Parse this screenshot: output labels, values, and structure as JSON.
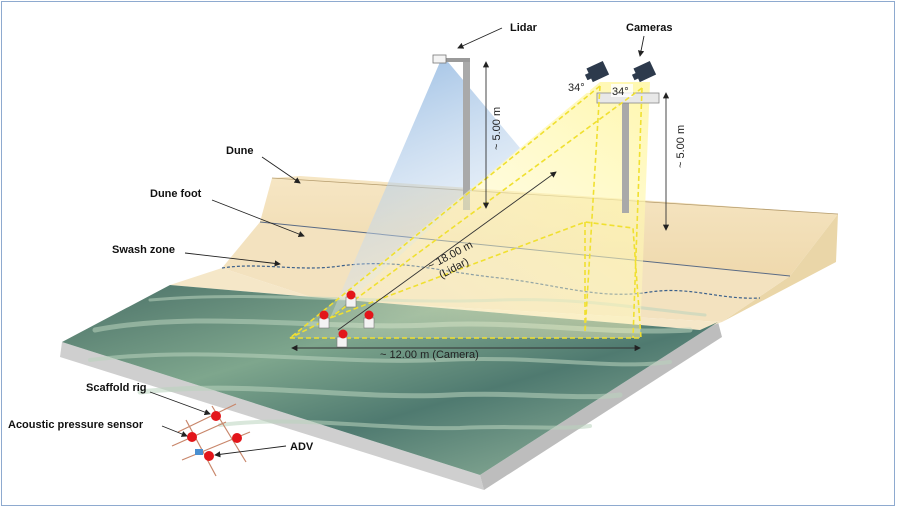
{
  "labels": {
    "lidar": "Lidar",
    "cameras": "Cameras",
    "dune": "Dune",
    "dune_foot": "Dune foot",
    "swash_zone": "Swash zone",
    "scaffold_rig": "Scaffold rig",
    "acoustic_pressure_sensor": "Acoustic pressure sensor",
    "adv": "ADV"
  },
  "dimensions": {
    "lidar_height": "~ 5.00 m",
    "camera_height": "~ 5.00 m",
    "lidar_range_line1": "~ 18.00 m",
    "lidar_range_line2": "(Lidar)",
    "camera_width": "~ 12.00 m (Camera)",
    "camera_angle_left": "34°",
    "camera_angle_right": "34°"
  },
  "colors": {
    "border": "#8eaacf",
    "sand": "#f2dfba",
    "sand_dark": "#e6cf9f",
    "water_dark": "#3f6660",
    "water_light": "#8fb39a",
    "lidar_beam": "#a9c8e8",
    "camera_fov": "#f3e94a",
    "sensor_red": "#e3151a",
    "pole": "#a7a7a7",
    "swash_line": "#3a5f8a"
  }
}
